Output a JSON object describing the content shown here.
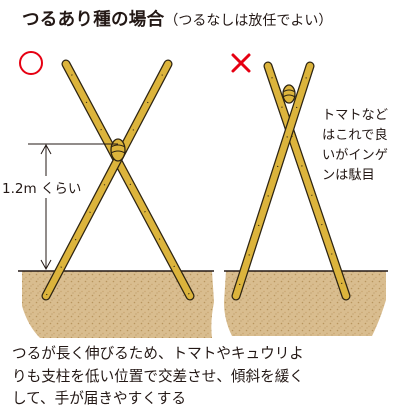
{
  "title": {
    "main": "つるあり種の場合",
    "sub": "（つるなしは放任でよい）"
  },
  "left_panel": {
    "mark": "○",
    "measure_label": "1.2m くらい"
  },
  "right_panel": {
    "mark": "×",
    "note_lines": [
      "トマトなど",
      "はこれで良",
      "いがインゲ",
      "ンは駄目"
    ]
  },
  "caption_lines": [
    "つるが長く伸びるため、トマトやキュウリよ",
    "りも支柱を低い位置で交差させ、傾斜を緩く",
    "して、手が届きやすくする"
  ],
  "colors": {
    "good_mark": "#e60012",
    "bad_mark": "#e60012",
    "pole_fill": "#dcb43c",
    "pole_outline": "#2d2412",
    "soil": "#d6b98a",
    "text": "#231815"
  }
}
